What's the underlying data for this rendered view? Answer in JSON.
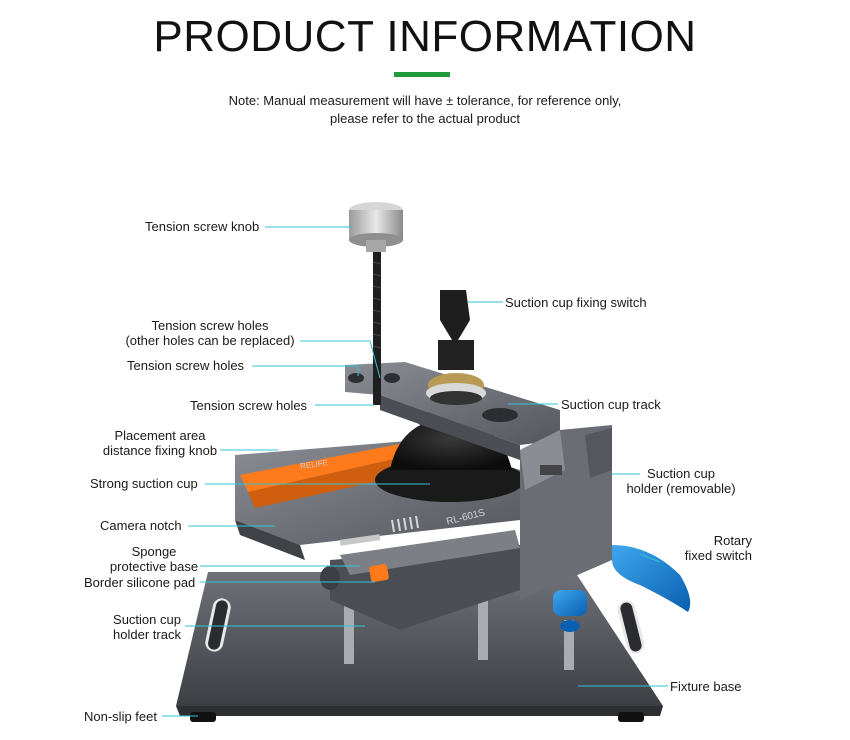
{
  "header": {
    "title": "PRODUCT INFORMATION",
    "note_line1": "Note: Manual measurement will have ± tolerance, for reference only,",
    "note_line2": "please refer to the actual product",
    "accent_color": "#1f9a3c"
  },
  "callout_color": "#35c2d6",
  "labels": {
    "tension_screw_knob": "Tension screw knob",
    "suction_cup_fixing_switch": "Suction cup fixing switch",
    "tension_screw_holes_replace_1": "Tension screw holes",
    "tension_screw_holes_replace_2": "(other holes can be replaced)",
    "tension_screw_holes_a": "Tension screw holes",
    "tension_screw_holes_b": "Tension screw holes",
    "suction_cup_track": "Suction cup track",
    "placement_area_1": "Placement area",
    "placement_area_2": "distance fixing knob",
    "strong_suction_cup": "Strong suction cup",
    "suction_cup_holder_1": "Suction cup",
    "suction_cup_holder_2": "holder (removable)",
    "camera_notch": "Camera notch",
    "rotary_1": "Rotary",
    "rotary_2": "fixed switch",
    "sponge_1": "Sponge",
    "sponge_2": "protective base",
    "border_silicone_pad": "Border silicone pad",
    "holder_track_1": "Suction cup",
    "holder_track_2": "holder track",
    "fixture_base": "Fixture base",
    "non_slip_feet": "Non-slip feet"
  },
  "product_markings": {
    "model": "RL-601S",
    "brand": "RELIFE"
  }
}
